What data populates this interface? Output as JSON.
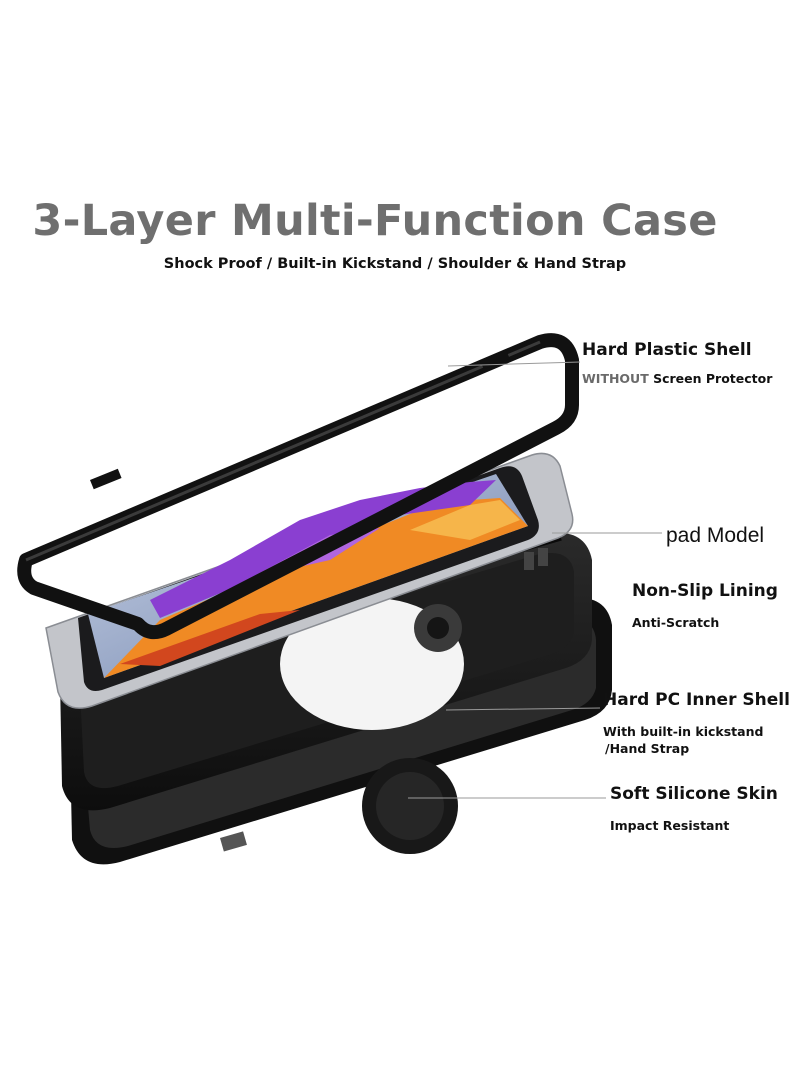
{
  "header": {
    "title": "3-Layer Multi-Function Case",
    "subtitle": "Shock Proof / Built-in Kickstand / Shoulder & Hand Strap"
  },
  "callouts": {
    "hard_plastic_shell": {
      "title": "Hard Plastic Shell",
      "sub_emphasis": "WITHOUT",
      "sub_rest": " Screen Protector"
    },
    "pad_model": {
      "title": "pad Model"
    },
    "non_slip_lining": {
      "title": "Non-Slip Lining",
      "sub": "Anti-Scratch"
    },
    "hard_pc_inner_shell": {
      "title": "Hard PC Inner Shell",
      "sub_line1": "With built-in kickstand",
      "sub_line2": "/Hand Strap"
    },
    "soft_silicone_skin": {
      "title": "Soft Silicone Skin",
      "sub": "Impact Resistant"
    }
  },
  "colors": {
    "title_grey": "#6f6f6f",
    "case_black": "#1a1a1a",
    "tablet_frame": "#bfc1c6",
    "wallpaper_purple": "#8a3fd1",
    "wallpaper_orange": "#f08a24"
  }
}
